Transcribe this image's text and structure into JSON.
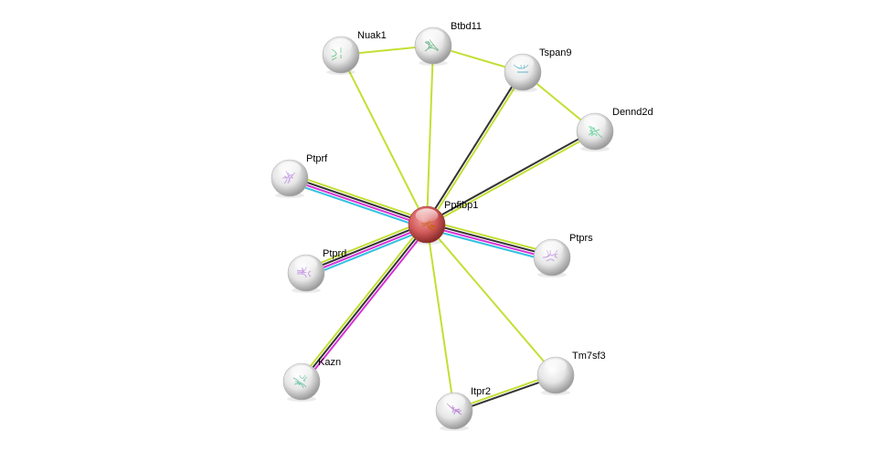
{
  "diagram": {
    "type": "protein-interaction-network",
    "center_node": "Ppfibp1",
    "edge_colors": {
      "textmining": "#c1e033",
      "coexpression": "#333333",
      "experiments": "#d633d6",
      "database": "#33c1e0"
    },
    "nodes": [
      {
        "id": "Ppfibp1",
        "label": "Ppfibp1",
        "color": "#d45c5c",
        "structure": true,
        "structure_color": "#c06000"
      },
      {
        "id": "Nuak1",
        "label": "Nuak1",
        "color": "#e8e8e8",
        "structure": true,
        "structure_color": "#44bb66"
      },
      {
        "id": "Btbd11",
        "label": "Btbd11",
        "color": "#e8e8e8",
        "structure": true,
        "structure_color": "#55aa77"
      },
      {
        "id": "Tspan9",
        "label": "Tspan9",
        "color": "#e8e8e8",
        "structure": true,
        "structure_color": "#3399bb"
      },
      {
        "id": "Dennd2d",
        "label": "Dennd2d",
        "color": "#e8e8e8",
        "structure": true,
        "structure_color": "#44cc88"
      },
      {
        "id": "Ptprf",
        "label": "Ptprf",
        "color": "#e8e8e8",
        "structure": true,
        "structure_color": "#bb88dd"
      },
      {
        "id": "Ptprd",
        "label": "Ptprd",
        "color": "#e8e8e8",
        "structure": true,
        "structure_color": "#bb88dd"
      },
      {
        "id": "Ptprs",
        "label": "Ptprs",
        "color": "#e8e8e8",
        "structure": true,
        "structure_color": "#bb88dd"
      },
      {
        "id": "Kazn",
        "label": "Kazn",
        "color": "#e8e8e8",
        "structure": true,
        "structure_color": "#55bb99"
      },
      {
        "id": "Itpr2",
        "label": "Itpr2",
        "color": "#e8e8e8",
        "structure": true,
        "structure_color": "#aa66cc"
      },
      {
        "id": "Tm7sf3",
        "label": "Tm7sf3",
        "color": "#e8e8e8",
        "structure": false
      }
    ],
    "edges": [
      {
        "source": "Ppfibp1",
        "target": "Nuak1",
        "evidence": [
          "textmining"
        ]
      },
      {
        "source": "Ppfibp1",
        "target": "Btbd11",
        "evidence": [
          "textmining"
        ]
      },
      {
        "source": "Ppfibp1",
        "target": "Tspan9",
        "evidence": [
          "coexpression",
          "textmining"
        ]
      },
      {
        "source": "Ppfibp1",
        "target": "Dennd2d",
        "evidence": [
          "coexpression",
          "textmining"
        ]
      },
      {
        "source": "Ppfibp1",
        "target": "Ptprf",
        "evidence": [
          "database",
          "experiments",
          "coexpression",
          "textmining"
        ]
      },
      {
        "source": "Ppfibp1",
        "target": "Ptprd",
        "evidence": [
          "database",
          "experiments",
          "coexpression",
          "textmining"
        ]
      },
      {
        "source": "Ppfibp1",
        "target": "Ptprs",
        "evidence": [
          "textmining",
          "coexpression",
          "experiments",
          "database"
        ]
      },
      {
        "source": "Ppfibp1",
        "target": "Kazn",
        "evidence": [
          "experiments",
          "coexpression",
          "textmining"
        ]
      },
      {
        "source": "Ppfibp1",
        "target": "Itpr2",
        "evidence": [
          "textmining"
        ]
      },
      {
        "source": "Ppfibp1",
        "target": "Tm7sf3",
        "evidence": [
          "textmining"
        ]
      },
      {
        "source": "Nuak1",
        "target": "Btbd11",
        "evidence": [
          "textmining"
        ]
      },
      {
        "source": "Btbd11",
        "target": "Tspan9",
        "evidence": [
          "textmining"
        ]
      },
      {
        "source": "Tspan9",
        "target": "Dennd2d",
        "evidence": [
          "textmining"
        ]
      },
      {
        "source": "Itpr2",
        "target": "Tm7sf3",
        "evidence": [
          "textmining",
          "coexpression"
        ]
      }
    ]
  }
}
